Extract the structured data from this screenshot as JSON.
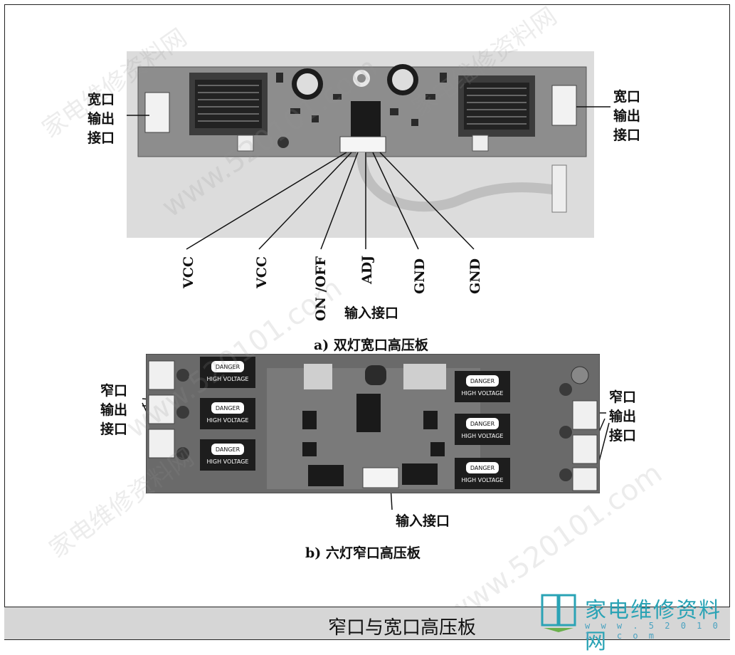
{
  "figure_a": {
    "left_output_label": [
      "宽口",
      "输出",
      "接口"
    ],
    "right_output_label": [
      "宽口",
      "输出",
      "接口"
    ],
    "pins": [
      "VCC",
      "VCC",
      "ON /OFF",
      "ADJ",
      "GND",
      "GND"
    ],
    "input_label": "输入接口",
    "caption": "a) 双灯宽口高压板"
  },
  "figure_b": {
    "left_output_label": [
      "窄口",
      "输出",
      "接口"
    ],
    "right_output_label": [
      "窄口",
      "输出",
      "接口"
    ],
    "input_label": "输入接口",
    "caption": "b) 六灯窄口高压板",
    "transformer_label_1": "DANGER",
    "transformer_label_2": "HIGH VOLTAGE"
  },
  "footer": {
    "title": "窄口与宽口高压板"
  },
  "logo": {
    "text": "家电维修资料网",
    "url": "w w w . 5 2 0 1 0 1 . c o m"
  },
  "watermark": {
    "text": "www.520101.com",
    "text2": "家电维修资料网"
  },
  "colors": {
    "footer_bg": "#d6d6d6",
    "logo": "#2aa3b5"
  }
}
